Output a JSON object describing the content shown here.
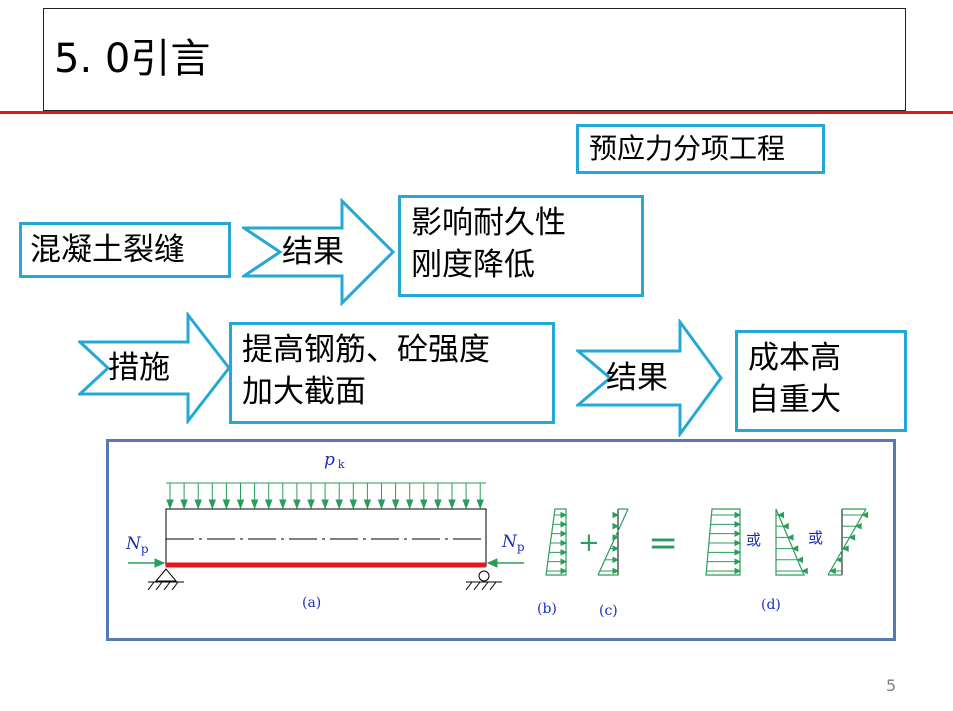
{
  "slide": {
    "title": "5. 0引言",
    "page_number": "5",
    "topic_box": "预应力分项工程"
  },
  "flow": {
    "cause": "混凝土裂缝",
    "arrow1": "结果",
    "effect_lines": [
      "影响耐久性",
      "刚度降低"
    ],
    "arrow2": "措施",
    "measure_lines": [
      "提高钢筋、砼强度",
      "加大截面"
    ],
    "arrow3": "结果",
    "outcome_lines": [
      "成本高",
      "自重大"
    ]
  },
  "figure": {
    "load_label_main": "p",
    "load_label_sub": "k",
    "force_left_main": "N",
    "force_left_sub": "p",
    "force_right_main": "N",
    "force_right_sub": "p",
    "label_a": "(a)",
    "label_b": "(b)",
    "label_c": "(c)",
    "label_d": "(d)",
    "plus": "+",
    "equals": "=",
    "or1": "或",
    "or2": "或"
  },
  "colors": {
    "accent_blue": "#25a8d6",
    "frame_blue": "#5677b8",
    "red": "#e0191c",
    "diagram_green": "#2a9d5b",
    "label_blue": "#1a2fb8"
  }
}
